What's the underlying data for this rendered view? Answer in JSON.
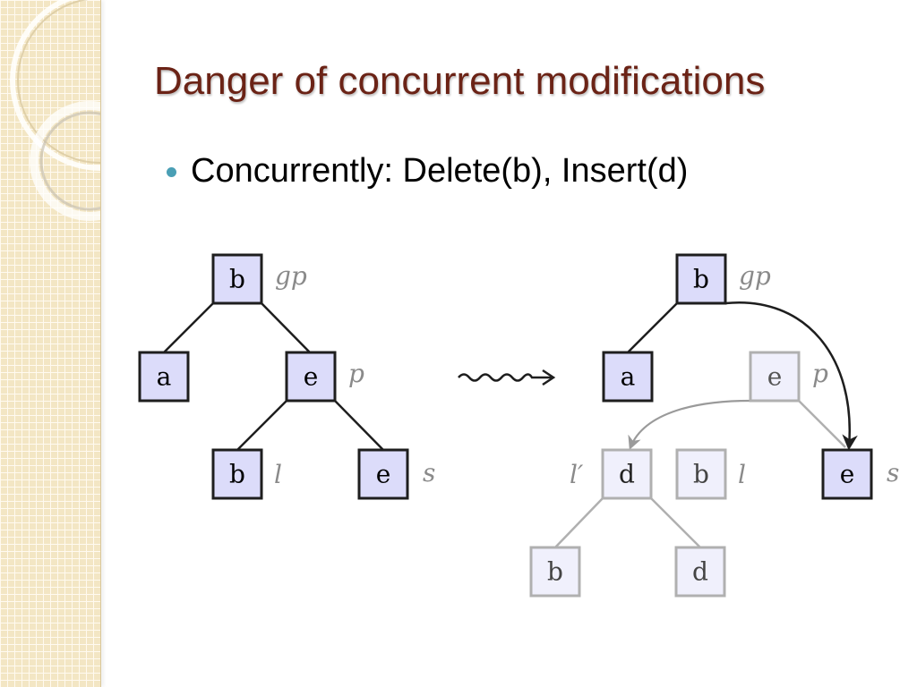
{
  "slide": {
    "title": "Danger of concurrent modifications",
    "bullet": "Concurrently: Delete(b), Insert(d)"
  },
  "colors": {
    "title": "#6b2316",
    "bullet_dot": "#4a9fb5",
    "node_fill": "#dcdcfa",
    "node_fill_faded": "#f0f0fc",
    "node_stroke": "#1e1e1e",
    "node_stroke_faded": "#b0b0b0"
  },
  "diagram": {
    "left_tree": {
      "nodes": [
        "b",
        "a",
        "e",
        "b",
        "e"
      ],
      "labels": [
        "gp",
        "p",
        "l",
        "s"
      ]
    },
    "arrow_icon": "squiggly-arrow",
    "right_tree": {
      "nodes": [
        "b",
        "a",
        "e",
        "d",
        "b",
        "e",
        "b",
        "d"
      ],
      "labels": [
        "gp",
        "p",
        "l′",
        "l",
        "s"
      ]
    }
  }
}
